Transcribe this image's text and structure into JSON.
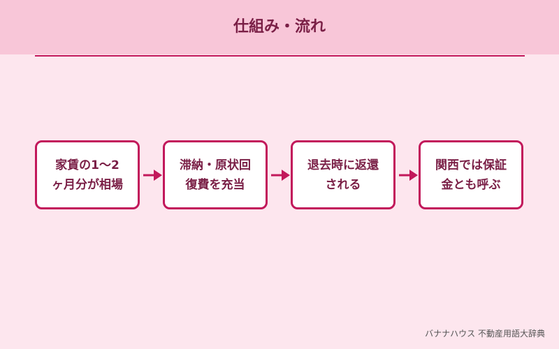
{
  "header": {
    "title": "仕組み・流れ"
  },
  "steps": [
    {
      "lines": [
        "家賃の1〜2",
        "ヶ月分が相場"
      ]
    },
    {
      "lines": [
        "滞納・原状回",
        "復費を充当"
      ]
    },
    {
      "lines": [
        "退去時に返還",
        "される"
      ]
    },
    {
      "lines": [
        "関西では保証",
        "金とも呼ぶ"
      ]
    }
  ],
  "footer": {
    "credit": "バナナハウス 不動産用語大辞典"
  },
  "colors": {
    "accent": "#c2185b",
    "header_bg": "#f8c6d8",
    "page_bg": "#fde6ee",
    "text": "#7a1f46"
  }
}
